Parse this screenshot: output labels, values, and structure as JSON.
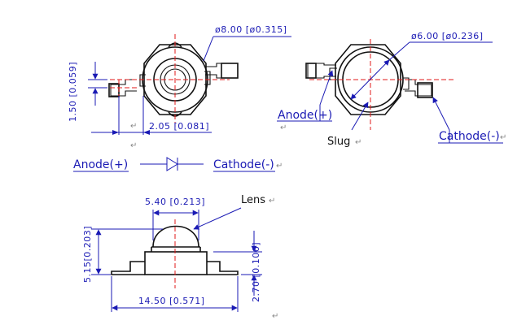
{
  "top_left": {
    "outer_diameter": "ø8.00 [ø0.315]",
    "height": "1.50 [0.059]",
    "offset": "2.05 [0.081]",
    "return_marks": [
      "↵",
      "↵"
    ]
  },
  "top_right": {
    "inner_diameter": "ø6.00 [ø0.236]",
    "anode": "Anode(+)",
    "cathode": "Cathode(-)",
    "slug": "Slug",
    "return_marks": [
      "↵",
      "↵",
      "↵"
    ]
  },
  "symbol": {
    "anode": "Anode(+)",
    "cathode": "Cathode(-)",
    "return_mark": "↵"
  },
  "side_view": {
    "lens_width": "5.40 [0.213]",
    "lens_label": "Lens",
    "total_height": "5.15[0.203]",
    "body_height": "2.70 [0.106]",
    "total_width": "14.50 [0.571]",
    "return_marks": [
      "↵",
      "↵"
    ]
  },
  "colors": {
    "outline": "#111111",
    "dimension": "#1a1ab4",
    "centerline": "#e01a1a"
  }
}
